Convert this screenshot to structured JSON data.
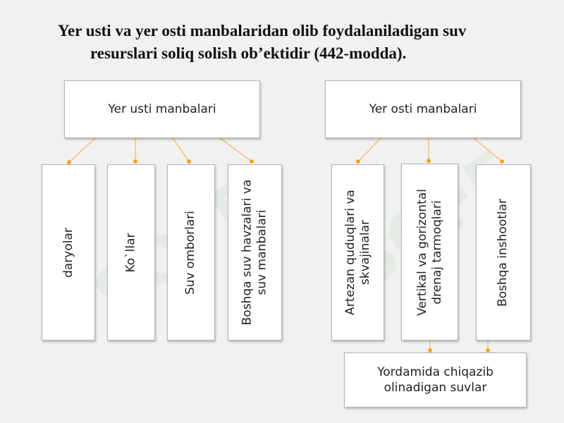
{
  "title": {
    "line1": "Yer usti va yer osti manbalaridan olib foydalaniladigan suv",
    "line2": "resurslari soliq solish ob’ektidir (442-modda)."
  },
  "left_group": {
    "header": "Yer usti manbalari",
    "items": [
      {
        "lines": [
          "daryolar"
        ]
      },
      {
        "lines": [
          "Ko`llar"
        ]
      },
      {
        "lines": [
          "Suv omborlari"
        ]
      },
      {
        "lines": [
          "Boshqa suv havzalari va",
          "suv manbalari"
        ]
      }
    ]
  },
  "right_group": {
    "header": "Yer osti manbalari",
    "items": [
      {
        "lines": [
          "Artezan quduqlari va",
          "skvajinalar"
        ]
      },
      {
        "lines": [
          "Vertikal va gorizontal",
          "drenaj tarmoqlari"
        ]
      },
      {
        "lines": [
          "Boshqa inshootlar"
        ]
      }
    ],
    "result": {
      "lines": [
        "Yordamida chiqazib",
        "olinadigan suvlar"
      ]
    }
  },
  "colors": {
    "connector": "#f0a000",
    "border": "#b4b4b4"
  },
  "watermark": "SOFF"
}
